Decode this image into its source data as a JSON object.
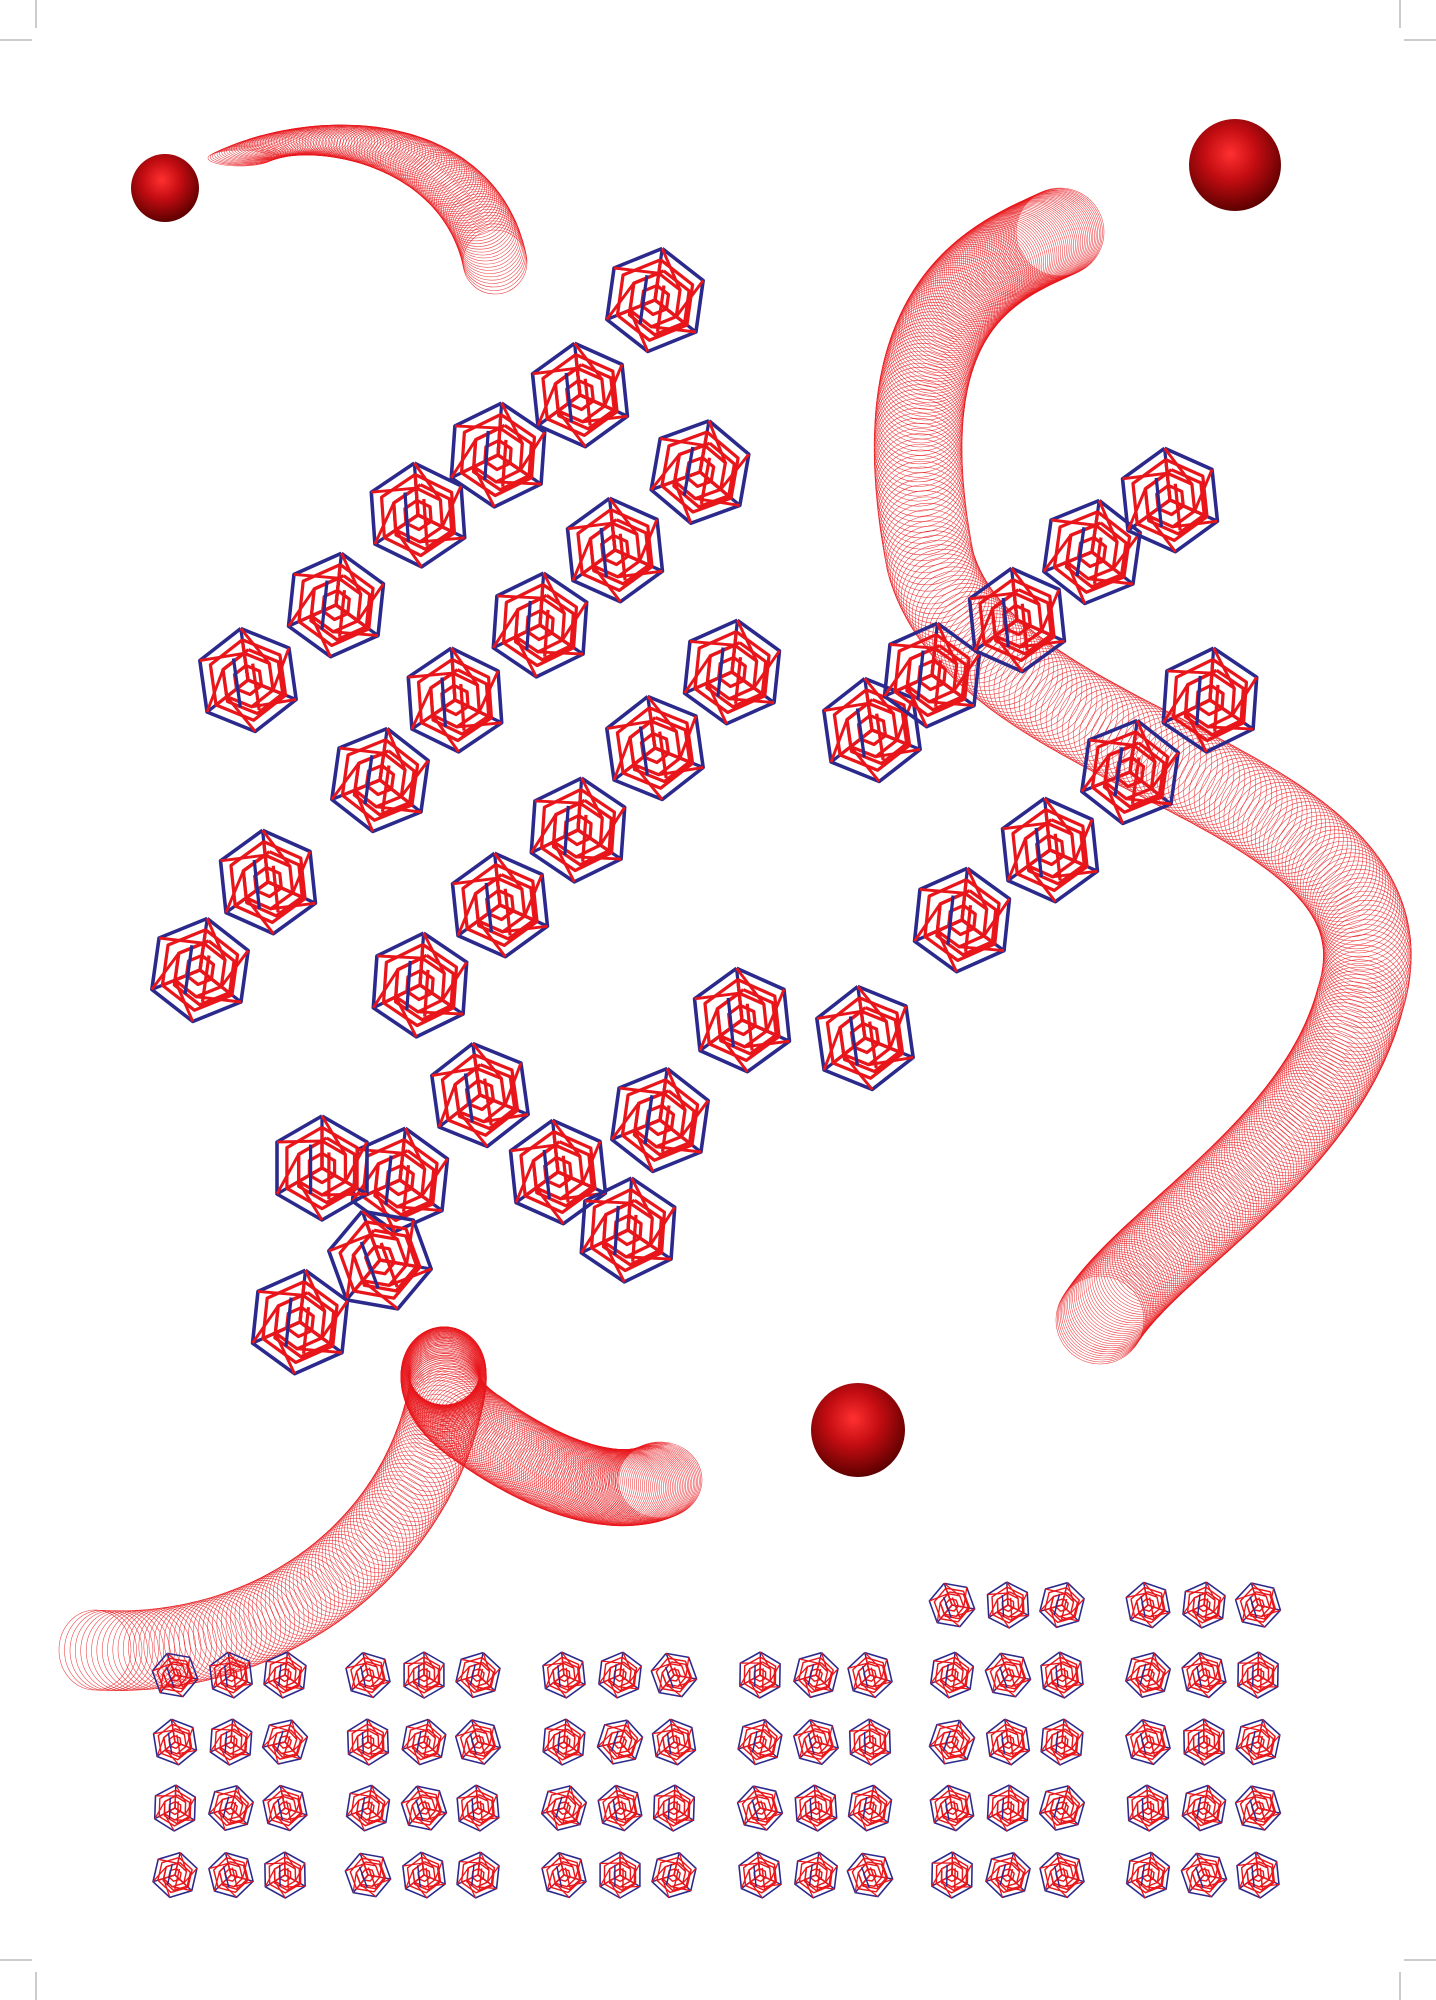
{
  "colors": {
    "background": "#ffffff",
    "tube_stroke": "#e8161b",
    "cube_inner": "#e8161b",
    "cube_outer": "#2b2a8c",
    "sphere_highlight": "#ff3030",
    "sphere_mid": "#c40d12",
    "sphere_shadow": "#5e0000",
    "crop_mark": "#9a9a9a"
  },
  "elements": {
    "spheres": [
      "sphere",
      "sphere",
      "sphere"
    ],
    "tubes": [
      "tube",
      "tube",
      "tube"
    ],
    "cube_icon": "tesseract-wireframe-icon"
  }
}
